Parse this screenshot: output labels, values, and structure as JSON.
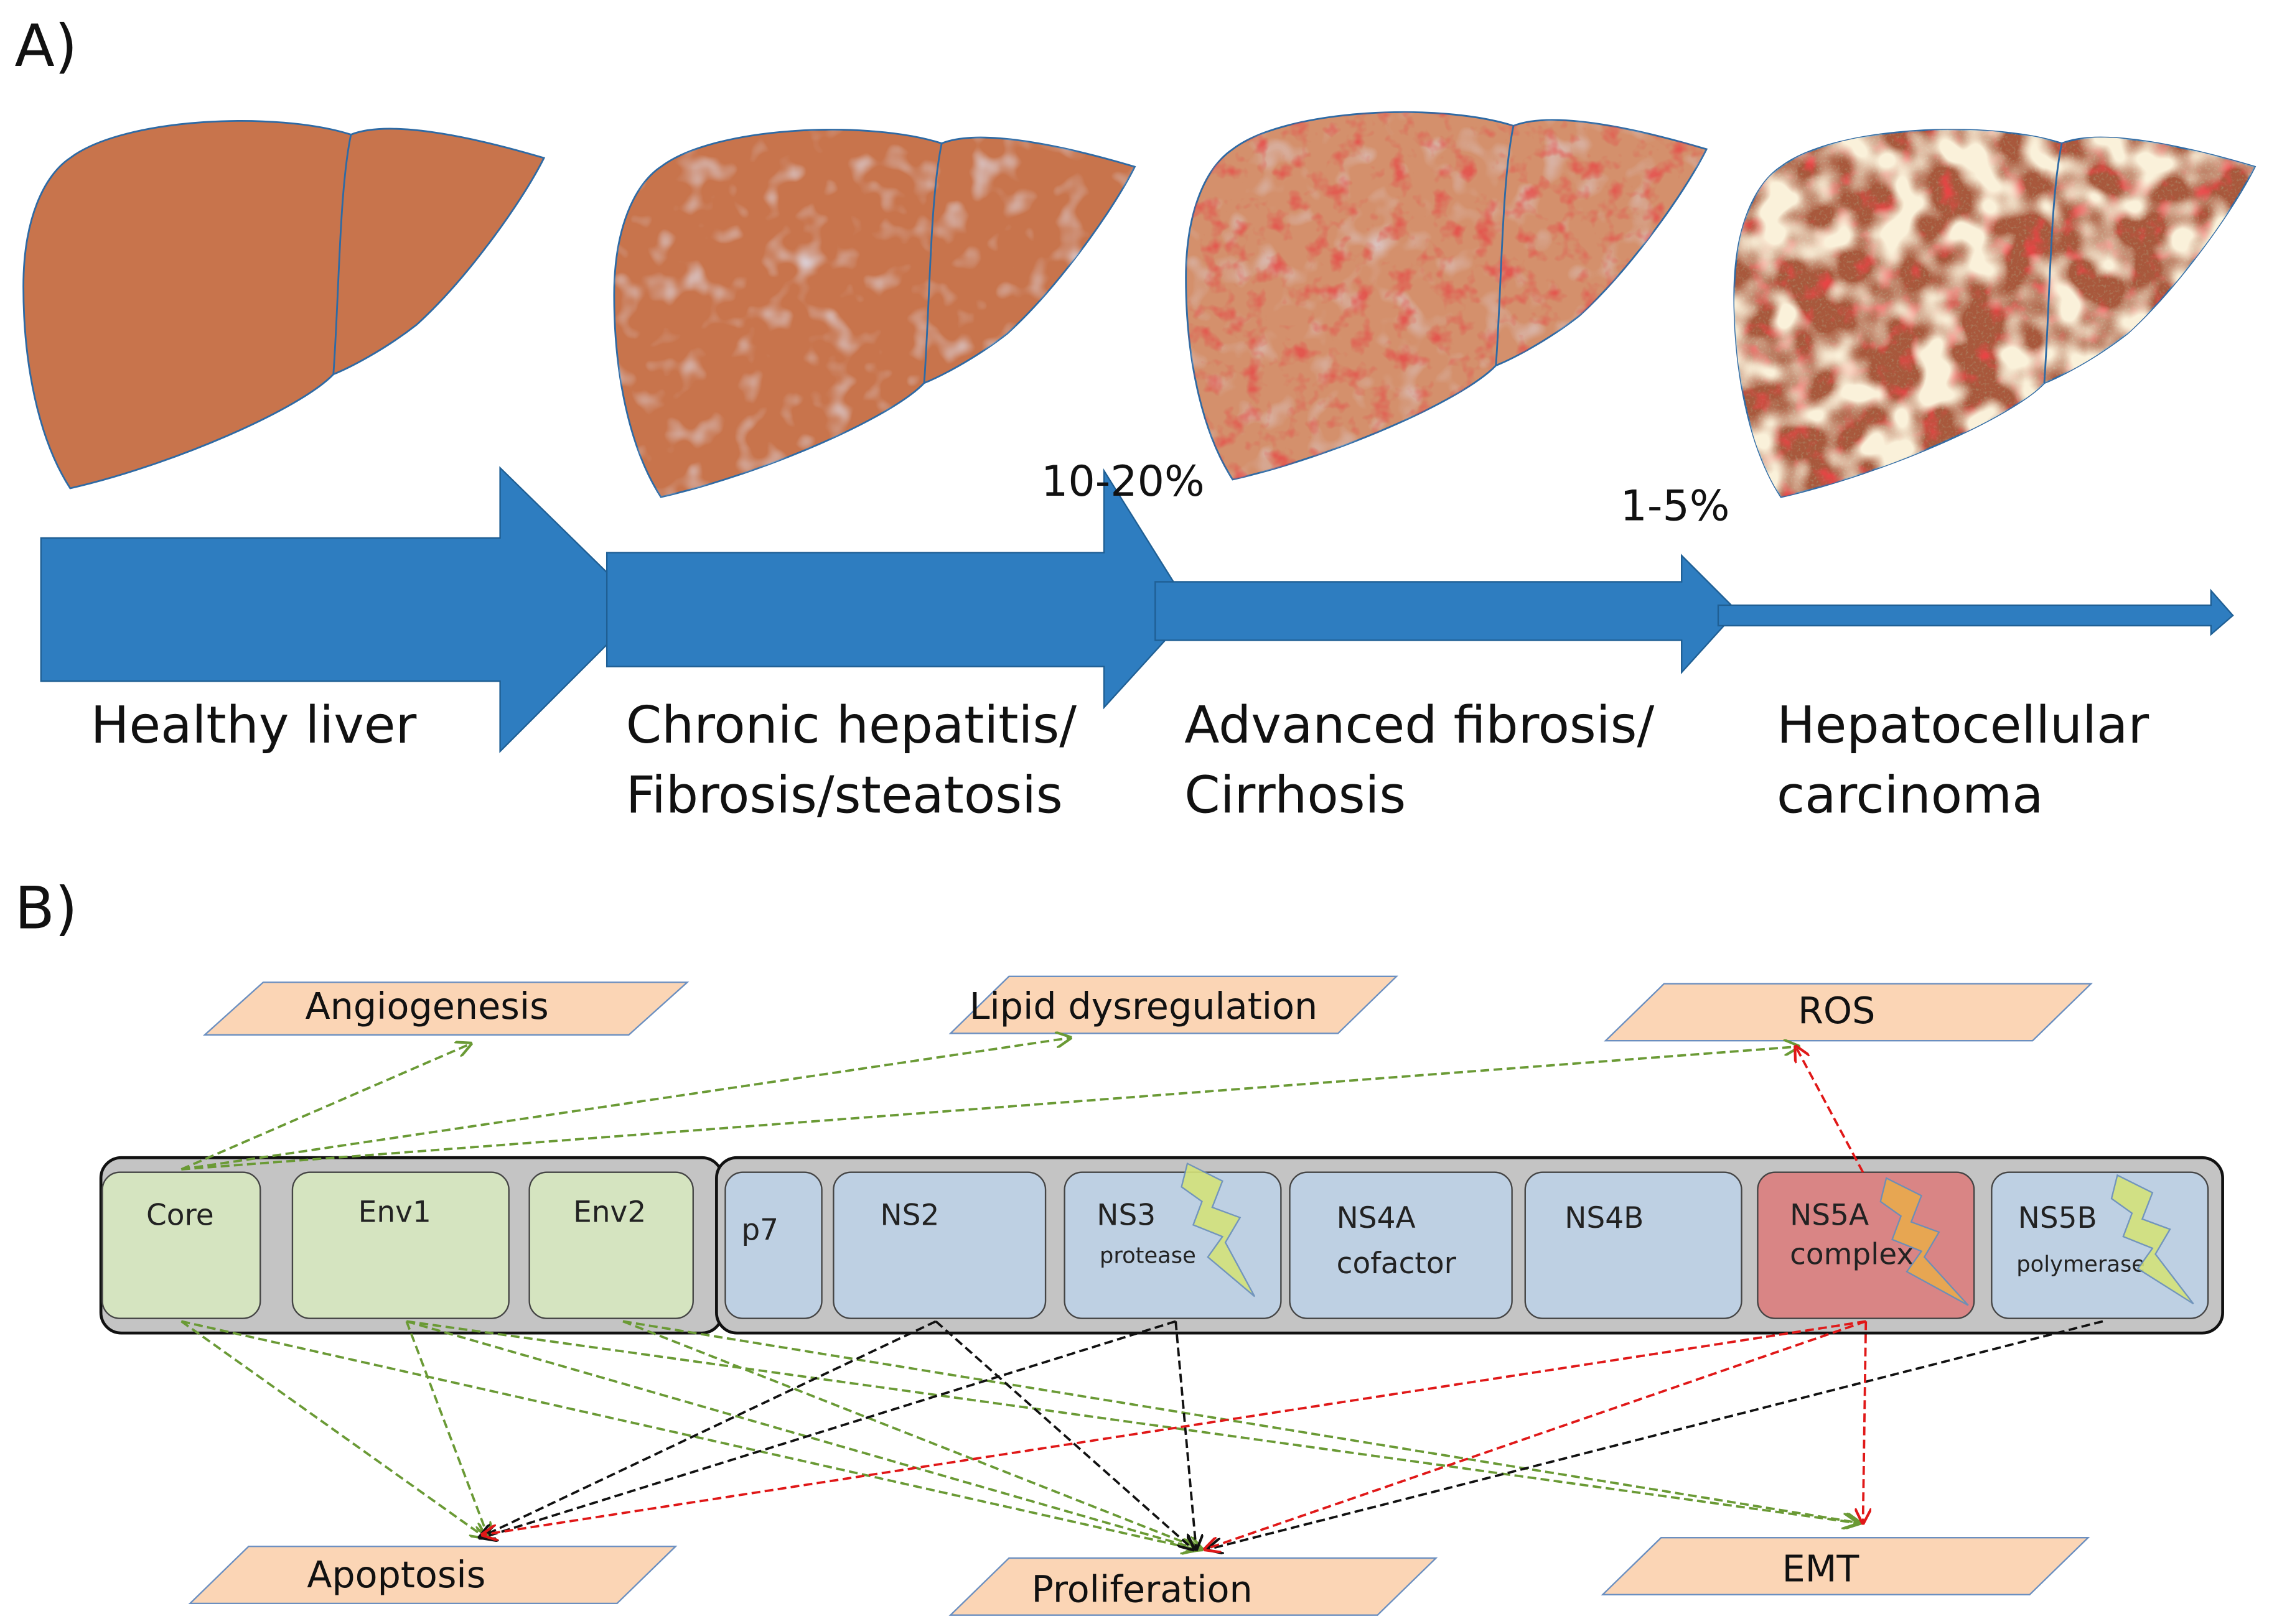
{
  "panel_a": {
    "label": "A)",
    "stages": [
      {
        "lines": [
          "Healthy liver"
        ]
      },
      {
        "lines": [
          "Chronic hepatitis/",
          "Fibrosis/steatosis"
        ]
      },
      {
        "lines": [
          "Advanced fibrosis/",
          "Cirrhosis"
        ]
      },
      {
        "lines": [
          "Hepatocellular",
          "carcinoma"
        ]
      }
    ],
    "progression_rates": [
      "10-20%",
      "1-5%"
    ]
  },
  "panel_b": {
    "label": "B)",
    "outcomes": [
      "Angiogenesis",
      "Lipid dysregulation",
      "ROS",
      "Apoptosis",
      "Proliferation",
      "EMT"
    ],
    "structural_proteins": [
      {
        "name": "Core"
      },
      {
        "name": "Env1"
      },
      {
        "name": "Env2"
      }
    ],
    "nonstructural_proteins": [
      {
        "name": "p7"
      },
      {
        "name": "NS2"
      },
      {
        "name": "NS3",
        "sub": "protease",
        "drug_target": true
      },
      {
        "name": "NS4A",
        "name2": "cofactor"
      },
      {
        "name": "NS4B"
      },
      {
        "name": "NS5A",
        "sub": "complex",
        "drug_target": true
      },
      {
        "name": "NS5B",
        "sub": "polymerase",
        "drug_target": true
      }
    ],
    "colors": {
      "structural_fill": "#d5e4c0",
      "nonstructural_fill": "#bed0e3",
      "ns5a_fill": "#d98585",
      "outcome_fill": "#fbd5b5",
      "arrow_blue": "#2e7dc0",
      "link_green": "#6a9a35",
      "link_black": "#111111",
      "link_red": "#e01818"
    }
  }
}
